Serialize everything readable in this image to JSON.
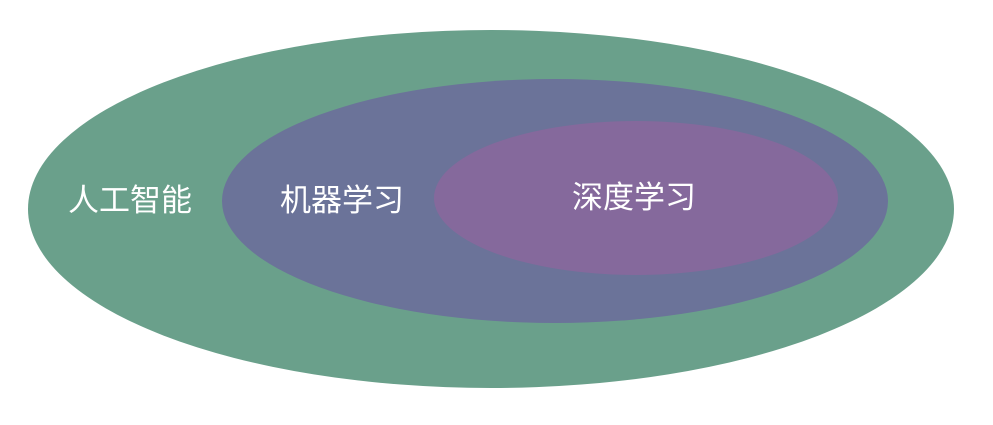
{
  "diagram": {
    "type": "nested-ellipses",
    "sets": [
      {
        "id": "outer",
        "label": "人工智能",
        "color": "#6aa08b"
      },
      {
        "id": "middle",
        "label": "机器学习",
        "color": "#6b7399"
      },
      {
        "id": "inner",
        "label": "深度学习",
        "color": "#85699c"
      }
    ]
  }
}
